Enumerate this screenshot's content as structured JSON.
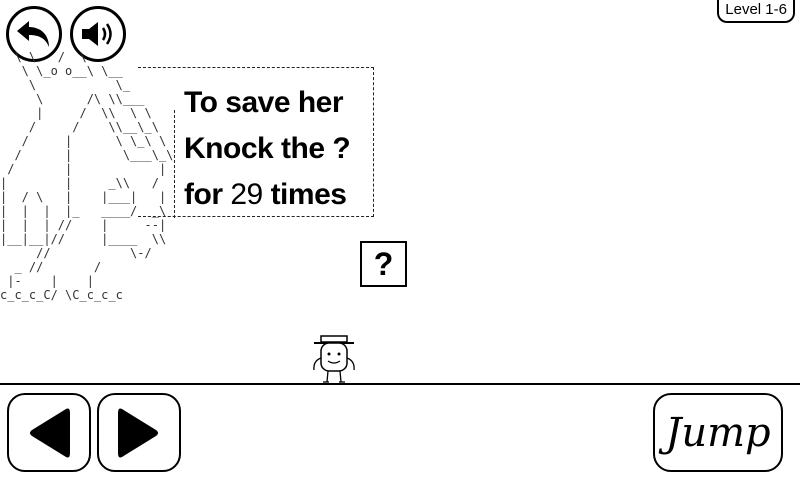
{
  "top_bar": {
    "back_icon": "curved-back-arrow-icon",
    "sound_icon": "speaker-sound-icon",
    "level_label": "Level 1-6"
  },
  "scene": {
    "hint_line1": "To save her",
    "hint_line2": "Knock the",
    "hint_line2_symbol": "?",
    "hint_line3_prefix": "for",
    "hint_count": "29",
    "hint_line3_suffix": "times",
    "question_block": "?",
    "monster_ascii": "  \\ \\   /  \\\n   \\ \\_o o__\\ \\__\n    \\           \\_\n     \\      /\\ \\\\___\n     |     /  \\\\  \\ \\\n    /     /    \\\\__\\_\\\n   /     |      \\ \\_\\ \\\n  /      |       \\___\\_\\\n /       |            |\n|        |     _\\\\   /\n|  / \\   |    |___|   |\n|  |  |  |_   ____/  _\\\n|  |  | //    |     --|\n|__|__|//     |____  \\\\\n     //           \\-/\n  _ //       /\n |-    |    |\nc_c_c_C/ \\C_c_c_c"
  },
  "controls": {
    "left_icon": "left-triangle-icon",
    "right_icon": "right-triangle-icon",
    "jump_label": "Jump"
  }
}
